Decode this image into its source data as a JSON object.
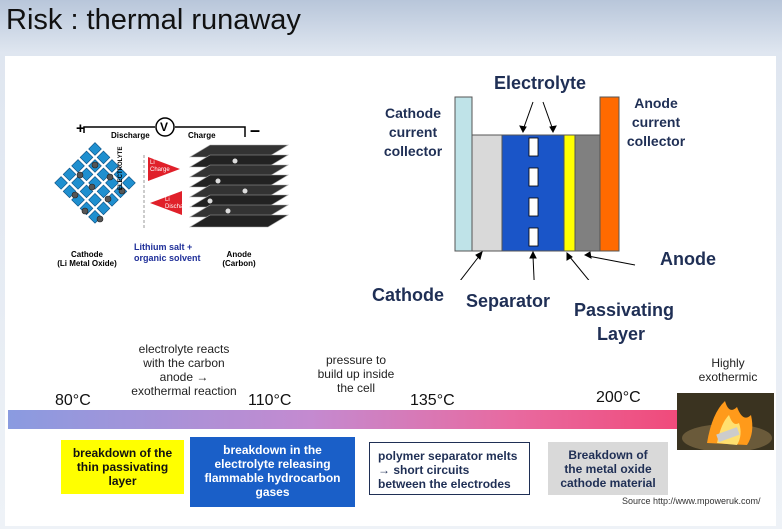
{
  "title": "Risk : thermal runaway",
  "battery": {
    "plus": "+",
    "minus": "–",
    "v_symbol": "V",
    "discharge": "Discharge",
    "charge": "Charge",
    "electrolyte_vertical": "ELECTROLYTE",
    "li_charge": "Li",
    "li_charge_sub": "Charge",
    "li_discharge": "Li",
    "li_discharge_sub": "Discharge",
    "cathode_line1": "Cathode",
    "cathode_line2": "(Li Metal Oxide)",
    "salt_line1": "Lithium salt +",
    "salt_line2": "organic solvent",
    "anode_line1": "Anode",
    "anode_line2": "(Carbon)"
  },
  "cell": {
    "electrolyte": "Electrolyte",
    "cathode_collector": [
      "Cathode",
      "current",
      "collector"
    ],
    "anode_collector": [
      "Anode",
      "current",
      "collector"
    ],
    "anode": "Anode",
    "cathode": "Cathode",
    "separator": "Separator",
    "passivating": [
      "Passivating",
      "Layer"
    ],
    "colors": {
      "cathode_collector": "#bfe3e8",
      "cathode": "#d9d9d9",
      "electrolyte": "#1a55c8",
      "passivating": "#ffff00",
      "anode": "#808080",
      "anode_collector": "#ff6a00"
    }
  },
  "timeline": {
    "temps": [
      "80°C",
      "110°C",
      "135°C",
      "200°C"
    ],
    "note1": [
      "electrolyte reacts",
      "with the carbon",
      "anode →",
      "exothermal reaction"
    ],
    "note2": [
      "pressure to",
      "build up inside",
      "the cell"
    ],
    "note3": [
      "Highly",
      "exothermic"
    ],
    "boxes": [
      {
        "text": [
          "breakdown of the",
          "thin passivating",
          "layer"
        ],
        "bg": "#ffff00",
        "fg": "#111111"
      },
      {
        "text": [
          "breakdown in the",
          "electrolyte releasing",
          "flammable hydrocarbon",
          "gases"
        ],
        "bg": "#1a5fc8",
        "fg": "#ffffff"
      },
      {
        "text": [
          "polymer separator melts",
          "→ short circuits",
          "between the electrodes"
        ],
        "bg": "#ffffff",
        "fg": "#1f2f55"
      },
      {
        "text": [
          "Breakdown of",
          "the metal oxide",
          "cathode material"
        ],
        "bg": "#d9d9d9",
        "fg": "#1f2f55"
      }
    ]
  },
  "source": "Source http://www.mpoweruk.com/"
}
